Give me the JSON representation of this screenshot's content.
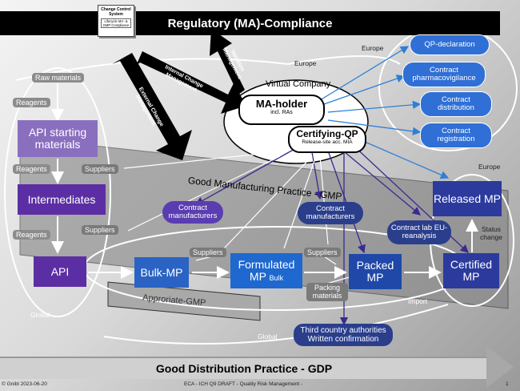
{
  "header": {
    "title": "Regulatory (MA)-Compliance"
  },
  "change_control": {
    "title": "Change Control System",
    "sub": "Lifecycle MA- & GMP Compliance"
  },
  "arrows": {
    "variation": "Variation Management",
    "internal": "Internal Change Management",
    "external": "External Change Management"
  },
  "regions": {
    "europe_top": "Europe",
    "europe_right_top": "Europe",
    "europe_right": "Europe",
    "virtual_company": "Virtual Company",
    "gmp": "Good Manufacturing Practice - GMP",
    "appropriate_gmp": "Approriate-GMP",
    "global_left": "Global",
    "global_bottom": "Global",
    "import": "Import",
    "status_change": "Status change"
  },
  "ma_holder": {
    "title": "MA-holder",
    "sub": "incl. RAs"
  },
  "certifying_qp": {
    "title": "Certifying-QP",
    "sub": "Release-site acc. MIA"
  },
  "contracts": [
    "QP-declaration",
    "Contract pharmacovigilance",
    "Contract distribution",
    "Contract registration"
  ],
  "left_chain": {
    "raw_materials": "Raw materials",
    "reagents_1": "Reagents",
    "api_starting": "API starting materials",
    "reagents_2": "Reagents",
    "intermediates": "Intermediates",
    "reagents_3": "Reagents",
    "api": "API"
  },
  "suppliers": [
    "Suppliers",
    "Suppliers",
    "Suppliers",
    "Suppliers"
  ],
  "contract_manufacturers": [
    "Contract manufacturers",
    "Contract manufacturers"
  ],
  "contract_lab": "Contract lab EU-reanalysis",
  "products": {
    "bulk": "Bulk-MP",
    "formulated": "Formulated",
    "formulated_sub": "MP",
    "formulated_bulk": "Bulk",
    "packed": "Packed MP",
    "certified": "Certified MP",
    "released": "Released MP"
  },
  "packing_materials": "Packing materials",
  "third_country": "Third country authorities Written confirmation",
  "footer": {
    "gdp": "Good Distribution Practice - GDP",
    "copyright": "© Gnibl  2023-06-20",
    "center": "ECA   - ICH Q9 DRAFT - Quality Risk Management -",
    "page": "1"
  },
  "colors": {
    "purple": "#8a6fbf",
    "dark_purple": "#5b2fa3",
    "navy": "#2b3a9c",
    "blue": "#2f6fd6"
  }
}
